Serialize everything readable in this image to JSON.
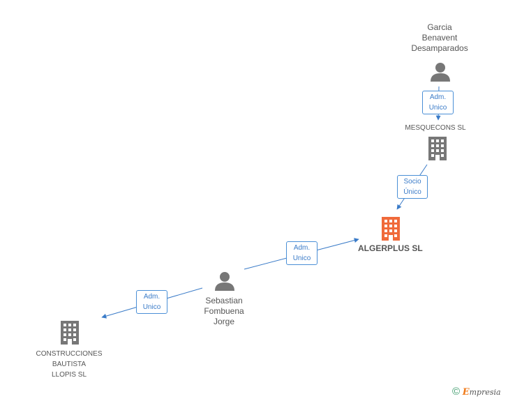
{
  "nodes": {
    "garcia": {
      "label": "Garcia\nBenavent\nDesamparados",
      "type": "person"
    },
    "mesquecons": {
      "label": "MESQUECONS SL",
      "type": "company"
    },
    "algerplus": {
      "label": "ALGERPLUS SL",
      "type": "company-focus"
    },
    "sebastian": {
      "label": "Sebastian\nFombuena\nJorge",
      "type": "person"
    },
    "construcciones": {
      "label": "CONSTRUCCIONES\nBAUTISTA\nLLOPIS SL",
      "type": "company"
    }
  },
  "edges": [
    {
      "from": "garcia",
      "to": "mesquecons",
      "label": "Adm.\nUnico"
    },
    {
      "from": "mesquecons",
      "to": "algerplus",
      "label": "Socio\nÚnico"
    },
    {
      "from": "sebastian",
      "to": "algerplus",
      "label": "Adm.\nUnico"
    },
    {
      "from": "sebastian",
      "to": "construcciones",
      "label": "Adm.\nUnico"
    }
  ],
  "colors": {
    "edge": "#3a7bc8",
    "person_icon": "#777777",
    "company_icon": "#777777",
    "focus_icon": "#f06a3a"
  },
  "watermark": {
    "symbol": "©",
    "brand_first": "E",
    "brand_rest": "mpresia"
  }
}
